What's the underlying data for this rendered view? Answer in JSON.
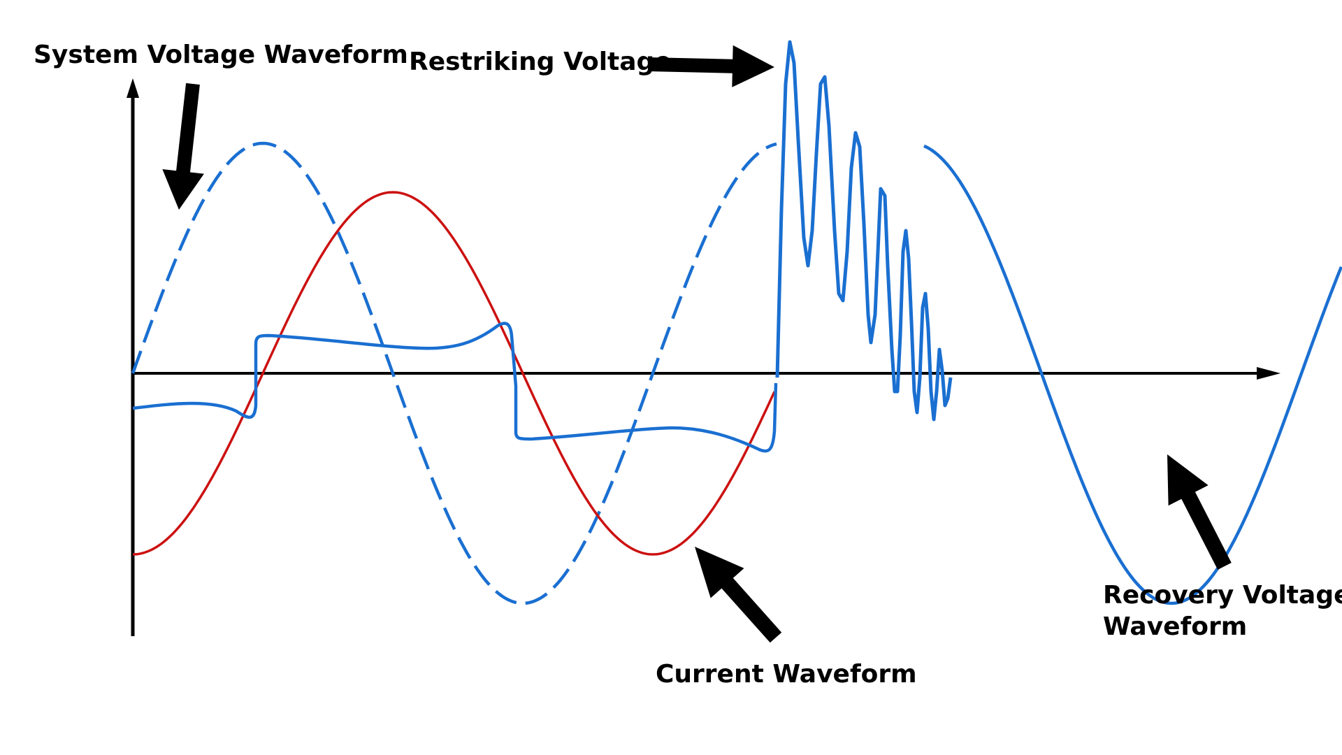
{
  "labels": {
    "system_voltage": "System Voltage Waveform",
    "restriking_voltage": "Restriking Voltage",
    "current_waveform": "Current Waveform",
    "recovery_voltage_line1": "Recovery Voltage",
    "recovery_voltage_line2": "Waveform"
  },
  "colors": {
    "voltage": "#1a6fd1",
    "current": "#cc1111",
    "axes": "#000000",
    "arrows": "#000000"
  }
}
